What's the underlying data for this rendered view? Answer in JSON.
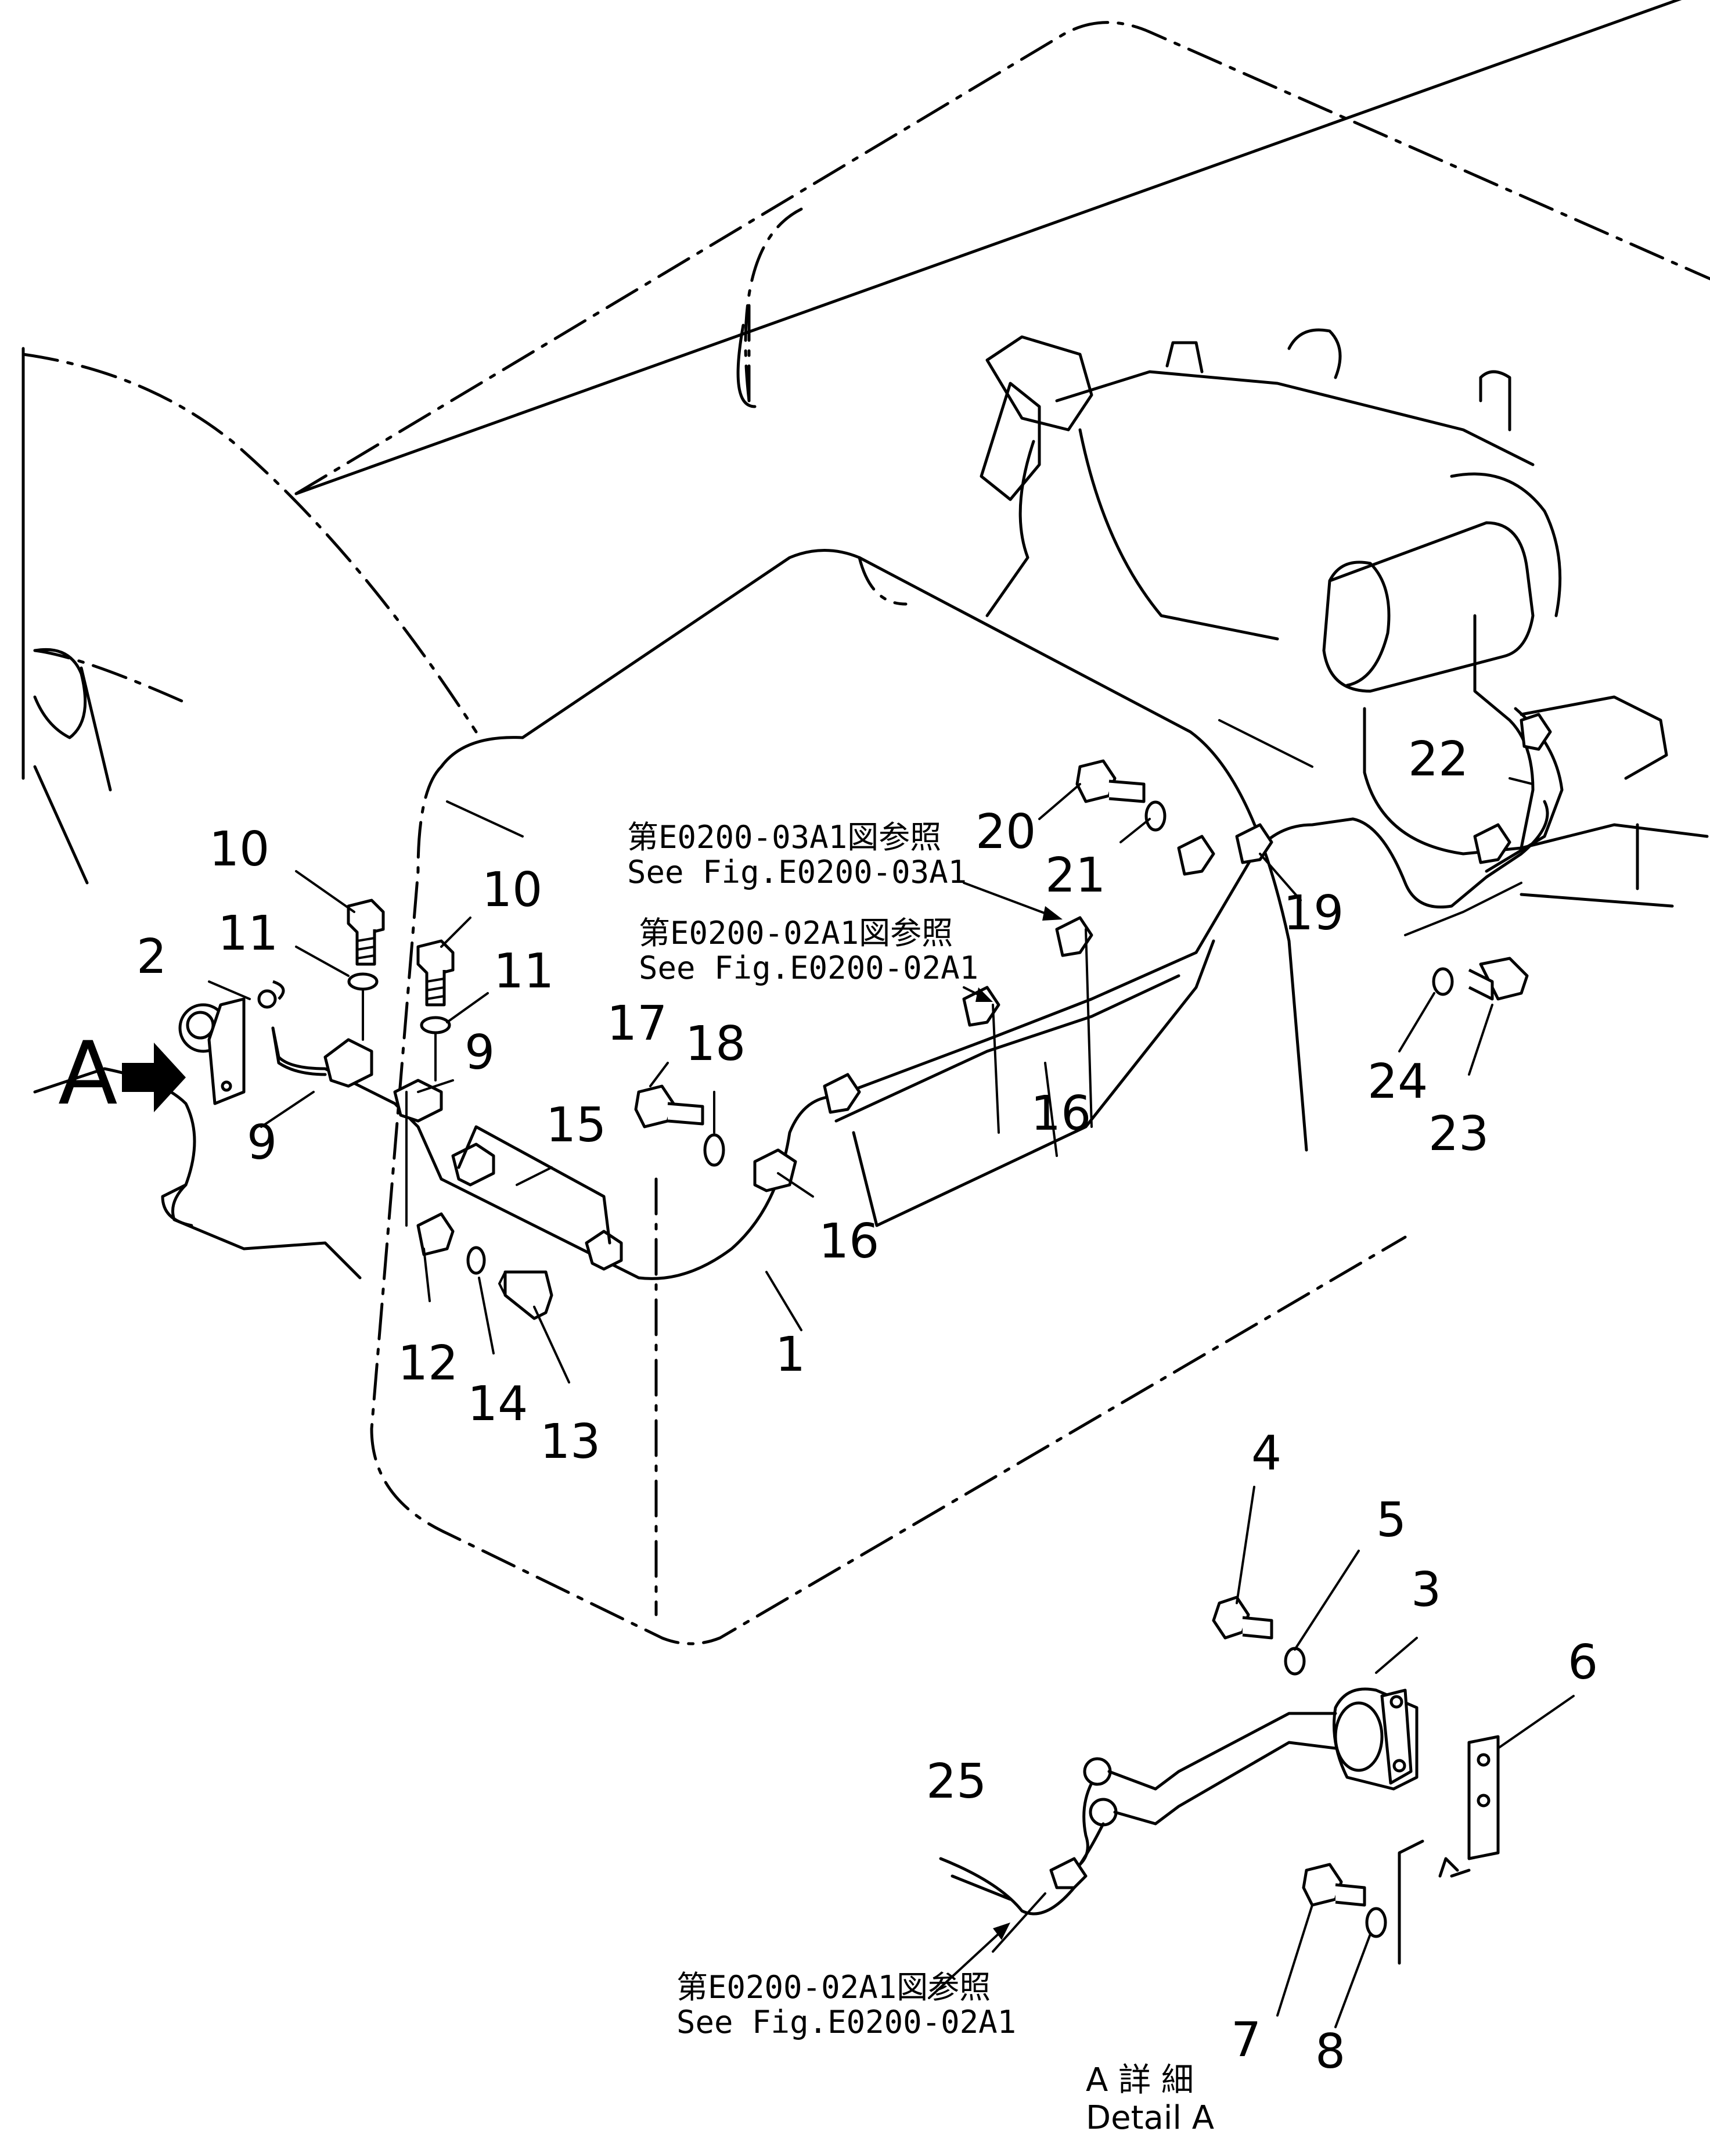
{
  "callouts": [
    "1",
    "2",
    "3",
    "4",
    "5",
    "6",
    "7",
    "8",
    "9",
    "9",
    "10",
    "10",
    "11",
    "11",
    "12",
    "13",
    "14",
    "15",
    "16",
    "16",
    "17",
    "18",
    "19",
    "20",
    "21",
    "22",
    "23",
    "24",
    "25"
  ],
  "view_marker": "A",
  "references": [
    {
      "jp": "第E0200-03A1図参照",
      "en": "See Fig.E0200-03A1"
    },
    {
      "jp": "第E0200-02A1図参照",
      "en": "See Fig.E0200-02A1"
    },
    {
      "jp": "第E0200-02A1図参照",
      "en": "See Fig.E0200-02A1"
    }
  ],
  "detail": {
    "jp": "A 詳 細",
    "en": "Detail A"
  }
}
